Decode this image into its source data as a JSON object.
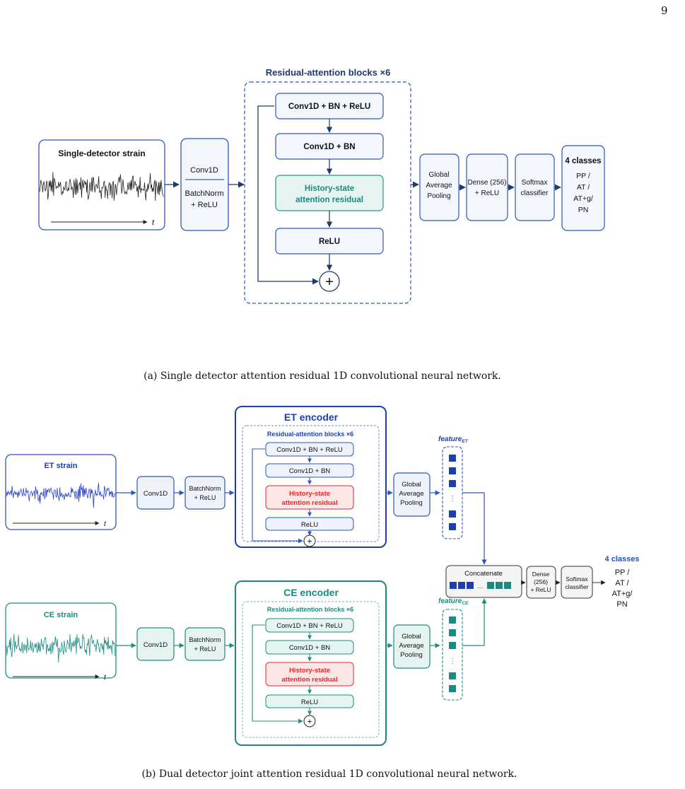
{
  "page_number": "9",
  "figure_a": {
    "caption": "(a) Single detector attention residual 1D convolutional neural network.",
    "input": {
      "title": "Single-detector strain",
      "axis": "t"
    },
    "stem": {
      "line1": "Conv1D",
      "line2": "BatchNorm",
      "line3": "+ ReLU"
    },
    "blocks_title": "Residual-attention blocks ×6",
    "block1": "Conv1D + BN + ReLU",
    "block2": "Conv1D + BN",
    "attn": {
      "line1": "History-state",
      "line2": "attention residual"
    },
    "relu": "ReLU",
    "gap": {
      "line1": "Global",
      "line2": "Average",
      "line3": "Pooling"
    },
    "dense": {
      "line1": "Dense (256)",
      "line2": "+ ReLU"
    },
    "softmax": {
      "line1": "Softmax",
      "line2": "classifier"
    },
    "classes": {
      "title": "4 classes",
      "line1": "PP /",
      "line2": "AT /",
      "line3": "AT+g/",
      "line4": "PN"
    }
  },
  "figure_b": {
    "caption": "(b) Dual detector joint attention residual 1D convolutional neural network.",
    "et": {
      "strain": "ET strain",
      "axis": "t",
      "conv": "Conv1D",
      "bn": {
        "line1": "BatchNorm",
        "line2": "+ ReLU"
      },
      "encoder": "ET encoder",
      "blocks_title": "Residual-attention blocks ×6",
      "block1": "Conv1D + BN + ReLU",
      "block2": "Conv1D + BN",
      "attn": {
        "line1": "History-state",
        "line2": "attention residual"
      },
      "relu": "ReLU",
      "gap": {
        "line1": "Global",
        "line2": "Average",
        "line3": "Pooling"
      },
      "feature": "feature",
      "feature_sub": "ET"
    },
    "ce": {
      "strain": "CE strain",
      "axis": "t",
      "conv": "Conv1D",
      "bn": {
        "line1": "BatchNorm",
        "line2": "+ ReLU"
      },
      "encoder": "CE encoder",
      "blocks_title": "Residual-attention blocks ×6",
      "block1": "Conv1D + BN + ReLU",
      "block2": "Conv1D + BN",
      "attn": {
        "line1": "History-state",
        "line2": "attention residual"
      },
      "relu": "ReLU",
      "gap": {
        "line1": "Global",
        "line2": "Average",
        "line3": "Pooling"
      },
      "feature": "feature",
      "feature_sub": "CE"
    },
    "concat": "Concatenate",
    "dense": {
      "line1": "Dense",
      "line2": "(256)",
      "line3": "+ ReLU"
    },
    "softmax": {
      "line1": "Softmax",
      "line2": "classifier"
    },
    "classes": {
      "title": "4 classes",
      "line1": "PP /",
      "line2": "AT /",
      "line3": "AT+g/",
      "line4": "PN"
    }
  },
  "colors": {
    "navy": "#1f3a6e",
    "box_fill": "#f3f6fc",
    "teal": "#2a9488",
    "teal_fill": "#e6f4f1",
    "et_blue": "#1d3fae",
    "ce_teal": "#1b8a7f",
    "attn_red": "#e8262b",
    "attn_red_fill": "#fde6e6",
    "class_blue": "#1d4fc4"
  }
}
